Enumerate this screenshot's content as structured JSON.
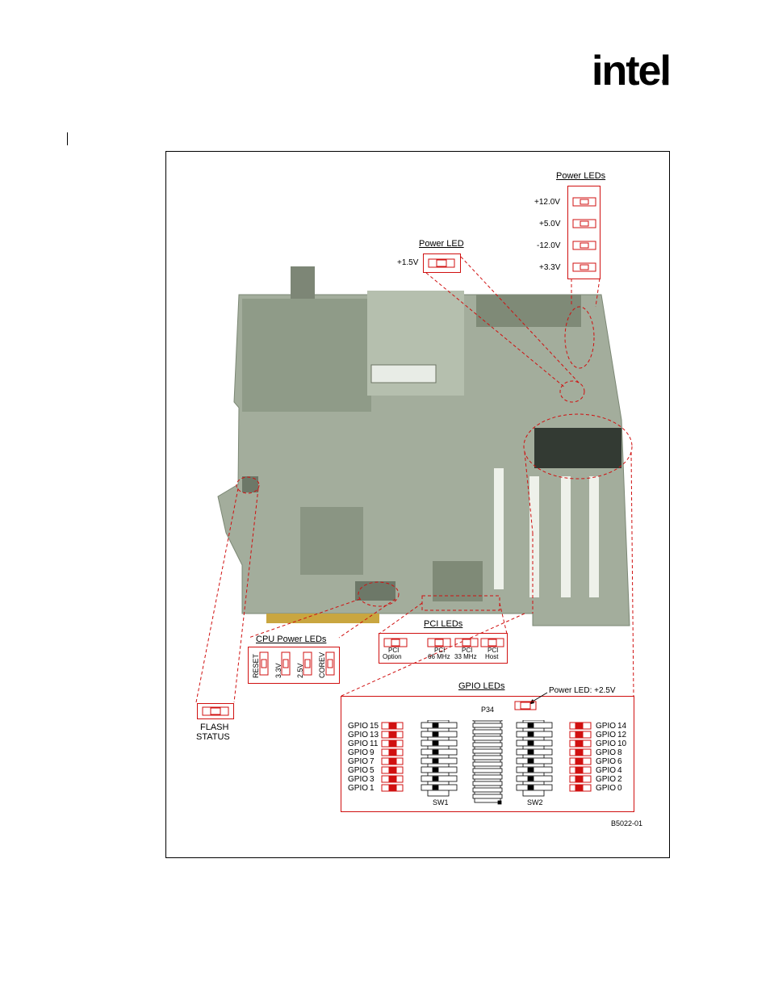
{
  "header": {
    "logo_text": "intel",
    "registered_mark": "®"
  },
  "power_leds": {
    "title": "Power LEDs",
    "items": [
      "+12.0V",
      "+5.0V",
      "-12.0V",
      "+3.3V"
    ]
  },
  "power_led": {
    "title": "Power LED",
    "label": "+1.5V"
  },
  "cpu_power_leds": {
    "title": "CPU Power LEDs",
    "items": [
      "RESET",
      "3.3V",
      "2.5V",
      "COREV"
    ]
  },
  "pci_leds": {
    "title": "PCI LEDs",
    "items": [
      {
        "line1": "PCI",
        "line2": "Option"
      },
      {
        "line1": "PCI",
        "line2": "66 MHz"
      },
      {
        "line1": "PCI",
        "line2": "33 MHz"
      },
      {
        "line1": "PCI",
        "line2": "Host"
      }
    ]
  },
  "flash_status": {
    "line1": "FLASH",
    "line2": "STATUS"
  },
  "gpio_leds": {
    "title": "GPIO LEDs",
    "power_led_label": "Power LED:  +2.5V",
    "connector_label": "P34",
    "switch_left": "SW1",
    "switch_right": "SW2",
    "left": [
      {
        "name": "GPIO",
        "num": "15"
      },
      {
        "name": "GPIO",
        "num": "13"
      },
      {
        "name": "GPIO",
        "num": "11"
      },
      {
        "name": "GPIO",
        "num": "9"
      },
      {
        "name": "GPIO",
        "num": "7"
      },
      {
        "name": "GPIO",
        "num": "5"
      },
      {
        "name": "GPIO",
        "num": "3"
      },
      {
        "name": "GPIO",
        "num": "1"
      }
    ],
    "right": [
      {
        "name": "GPIO",
        "num": "14"
      },
      {
        "name": "GPIO",
        "num": "12"
      },
      {
        "name": "GPIO",
        "num": "10"
      },
      {
        "name": "GPIO",
        "num": "8"
      },
      {
        "name": "GPIO",
        "num": "6"
      },
      {
        "name": "GPIO",
        "num": "4"
      },
      {
        "name": "GPIO",
        "num": "2"
      },
      {
        "name": "GPIO",
        "num": "0"
      }
    ]
  },
  "figure_id": "B5022-01",
  "colors": {
    "callout": "#d01010",
    "board": "#8e9b86",
    "text": "#000000"
  }
}
